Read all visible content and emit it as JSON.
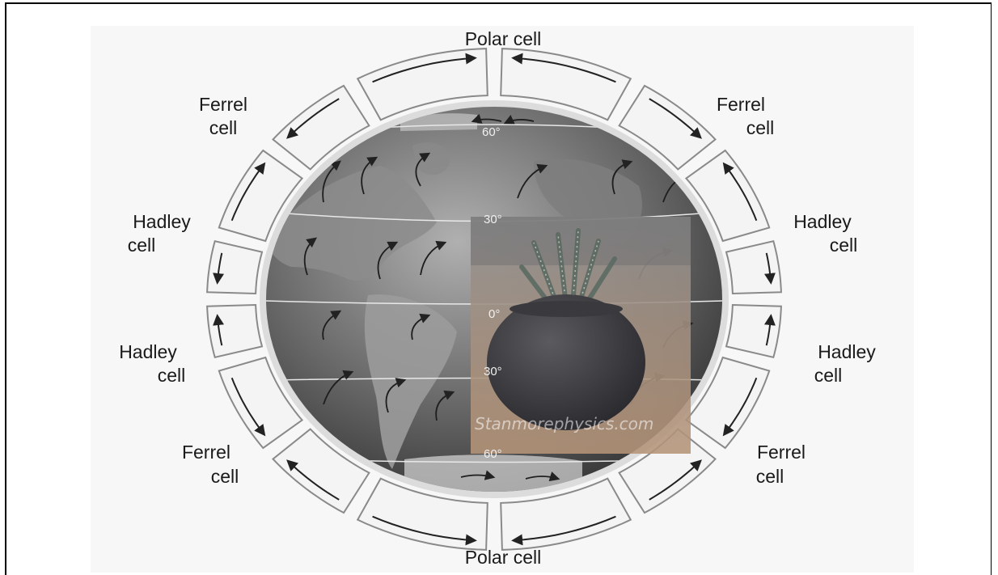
{
  "labels": {
    "polar_top": "Polar cell",
    "polar_bottom": "Polar cell",
    "ferrel_nw": [
      "Ferrel",
      "cell"
    ],
    "ferrel_ne": [
      "Ferrel",
      "cell"
    ],
    "hadley_nw": [
      "Hadley",
      "cell"
    ],
    "hadley_ne": [
      "Hadley",
      "cell"
    ],
    "hadley_sw": [
      "Hadley",
      "cell"
    ],
    "hadley_se": [
      "Hadley",
      "cell"
    ],
    "ferrel_sw": [
      "Ferrel",
      "cell"
    ],
    "ferrel_se": [
      "Ferrel",
      "cell"
    ]
  },
  "latitudes": {
    "n60": "60°",
    "n30": "30°",
    "eq": "0°",
    "s30": "30°",
    "s60": "60°"
  },
  "watermark": "Stanmorephysics.com",
  "colors": {
    "globe_dark": "#3a3a3a",
    "globe_light": "#9a9a9a",
    "ring_fill": "#f4f4f4",
    "ring_stroke": "#8a8a8a",
    "arrow": "#222222",
    "label": "#1a1a1a"
  },
  "icons": [
    "arrow-icon",
    "globe-icon",
    "potted-plant-image"
  ]
}
